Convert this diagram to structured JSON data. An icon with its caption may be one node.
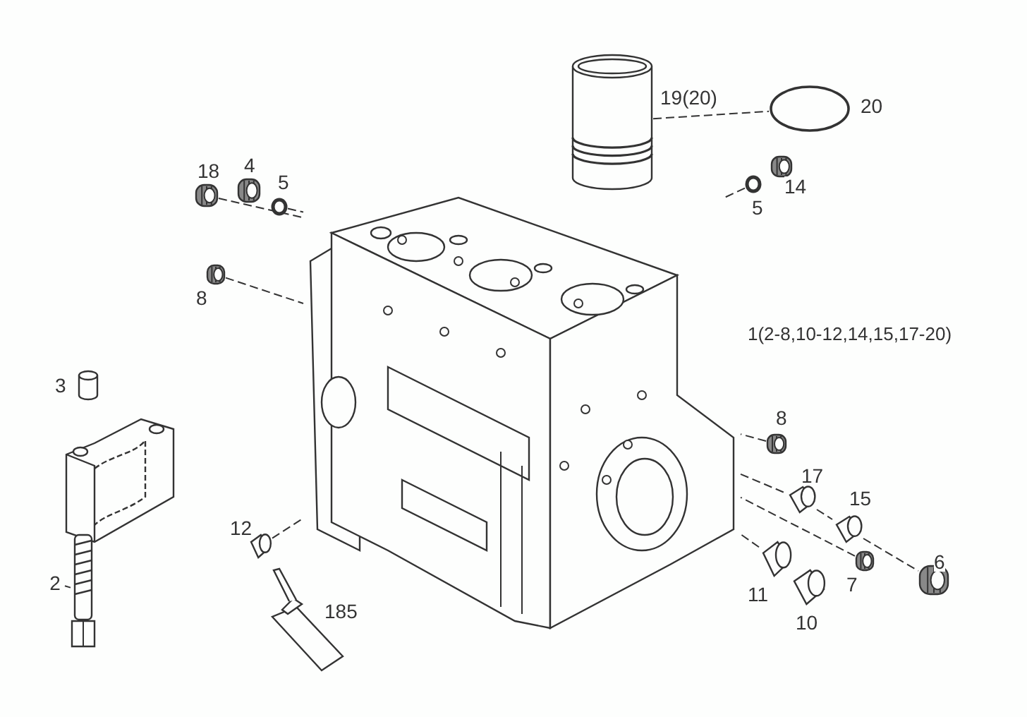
{
  "diagram": {
    "nodes": [
      {
        "text": [],
        "shape": "picture",
        "beside": [
          "1(2-8,10-12,14,15,17-20)"
        ]
      },
      {
        "text": [],
        "shape": "picture",
        "beside": [
          "19(20)"
        ]
      },
      {
        "text": [],
        "shape": "circle",
        "beside": [
          "20"
        ]
      },
      {
        "text": [],
        "shape": "picture",
        "beside": [
          "18"
        ]
      },
      {
        "text": [],
        "shape": "picture",
        "beside": [
          "4"
        ]
      },
      {
        "text": [],
        "shape": "circle",
        "beside": [
          "5"
        ]
      },
      {
        "text": [],
        "shape": "circle",
        "beside": [
          "5"
        ]
      },
      {
        "text": [],
        "shape": "picture",
        "beside": [
          "14"
        ]
      },
      {
        "text": [],
        "shape": "picture",
        "beside": [
          "8"
        ]
      },
      {
        "text": [],
        "shape": "picture"
      },
      {
        "text": [],
        "shape": "cylinder",
        "beside": [
          "3"
        ]
      },
      {
        "text": [],
        "shape": "picture"
      },
      {
        "text": [],
        "shape": "picture",
        "beside": [
          "12"
        ]
      },
      {
        "text": [],
        "shape": "picture",
        "beside": [
          "185"
        ]
      },
      {
        "text": [],
        "shape": "picture",
        "beside": [
          "8"
        ]
      },
      {
        "text": [],
        "shape": "picture",
        "beside": [
          "17"
        ]
      },
      {
        "text": [],
        "shape": "picture",
        "beside": [
          "15"
        ]
      },
      {
        "text": [],
        "shape": "picture",
        "beside": [
          "6"
        ]
      },
      {
        "text": [],
        "shape": "picture",
        "beside": [
          "11"
        ]
      },
      {
        "text": [],
        "shape": "picture",
        "beside": [
          "10"
        ]
      },
      {
        "text": [],
        "shape": "picture",
        "beside": [
          "7"
        ]
      },
      {
        "text": [
          "2"
        ]
      }
    ],
    "edges": [
      {
        "from": 1,
        "to": 2,
        "arrow": "none",
        "style": "dashed"
      },
      {
        "from": 6,
        "to": 0,
        "arrow": "none",
        "style": "dashed"
      },
      {
        "from": 3,
        "to": 0,
        "arrow": "none",
        "style": "dashed"
      },
      {
        "from": 5,
        "to": 0,
        "arrow": "none",
        "style": "dashed"
      },
      {
        "from": 8,
        "to": 0,
        "arrow": "none",
        "style": "dashed"
      },
      {
        "from": 12,
        "to": 0,
        "arrow": "none",
        "style": "dashed"
      },
      {
        "from": 14,
        "to": 0,
        "arrow": "none",
        "style": "dashed"
      },
      {
        "from": 0,
        "to": 15,
        "arrow": "none",
        "style": "dashed"
      },
      {
        "from": 15,
        "to": 16,
        "arrow": "none",
        "style": "dashed"
      },
      {
        "from": 16,
        "to": 17,
        "arrow": "none",
        "style": "dashed"
      },
      {
        "from": 18,
        "to": 0,
        "arrow": "none",
        "style": "dashed"
      },
      {
        "from": 20,
        "to": 0,
        "arrow": "none",
        "style": "dashed"
      },
      {
        "from": 21,
        "to": 11,
        "arrow": "none"
      }
    ]
  }
}
